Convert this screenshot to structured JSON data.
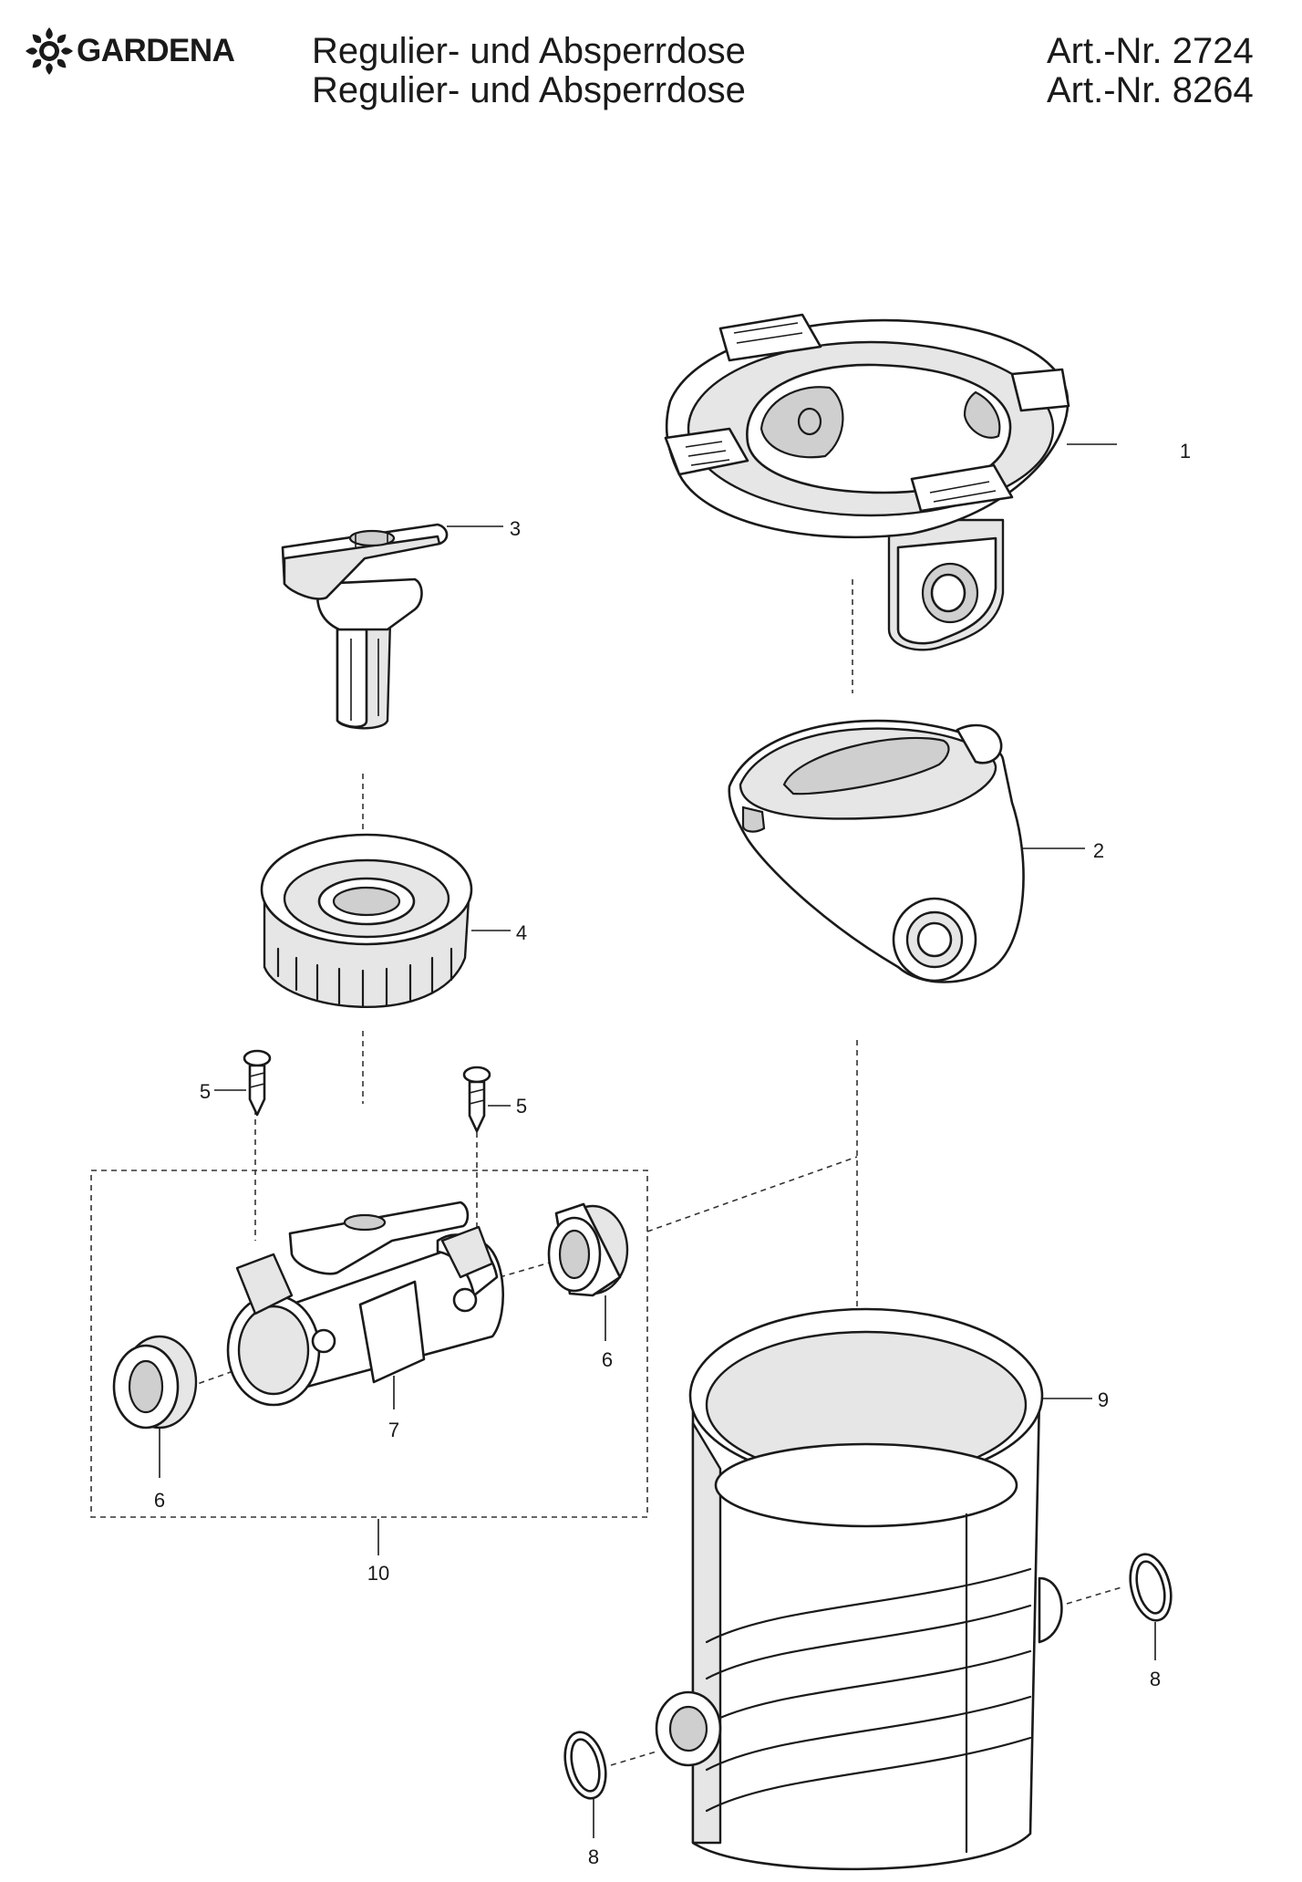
{
  "brand": "GARDENA",
  "title_lines": [
    "Regulier- und Absperrdose",
    "Regulier- und Absperrdose"
  ],
  "article_numbers": [
    "Art.-Nr. 2724",
    "Art.-Nr. 8264"
  ],
  "cover_logo_text": "GARDENA",
  "callouts": {
    "c1": "1",
    "c2": "2",
    "c3": "3",
    "c4": "4",
    "c5a": "5",
    "c5b": "5",
    "c6a": "6",
    "c6b": "6",
    "c7": "7",
    "c8a": "8",
    "c8b": "8",
    "c9": "9",
    "c10": "10"
  },
  "colors": {
    "line": "#1a1a1a",
    "shade": "#e6e6e6",
    "dark": "#cfcfcf"
  }
}
